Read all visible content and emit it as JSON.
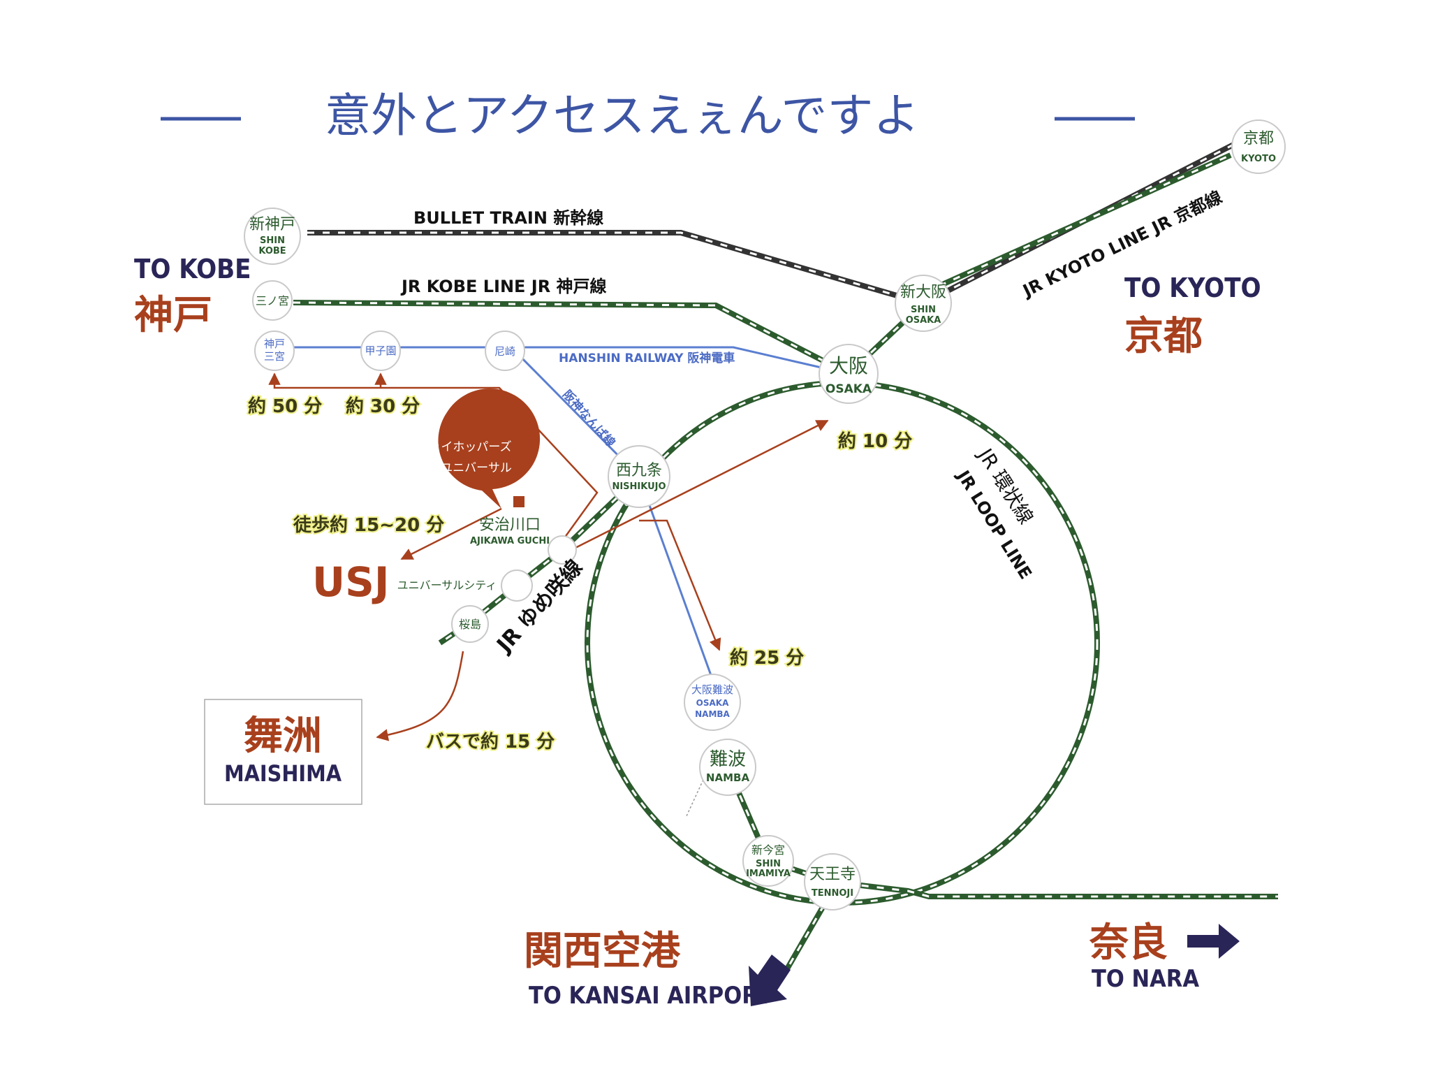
{
  "title": "意外とアクセスえぇんですよ",
  "destinations": {
    "kobe": {
      "en": "TO KOBE",
      "jp": "神戸"
    },
    "kyoto": {
      "en": "TO KYOTO",
      "jp": "京都"
    },
    "kansai": {
      "jp": "関西空港",
      "en": "TO KANSAI AIRPORT"
    },
    "nara": {
      "jp": "奈良",
      "en": "TO NARA"
    },
    "maishima": {
      "jp": "舞洲",
      "en": "MAISHIMA"
    }
  },
  "lines": {
    "bullet": "BULLET TRAIN 新幹線",
    "kobe": "JR KOBE LINE JR 神戸線",
    "kyoto": "JR KYOTO LINE JR 京都線",
    "hanshin": "HANSHIN RAILWAY 阪神電車",
    "hanshin_namba": "阪神なんば線",
    "loop_jp": "JR 環状線",
    "loop_en": "JR LOOP LINE",
    "yumesaki": "JR ゆめ咲線"
  },
  "stations": {
    "kyoto": {
      "jp": "京都",
      "en": "KYOTO"
    },
    "shin_kobe": {
      "jp": "新神戸",
      "en": "SHIN KOBE",
      "en1": "SHIN",
      "en2": "KOBE"
    },
    "sannomiya": {
      "jp": "三ノ宮"
    },
    "kobe_sannomiya": {
      "jp": "神戸三宮",
      "jp1": "神戸",
      "jp2": "三宮"
    },
    "koshien": {
      "jp": "甲子園"
    },
    "amagasaki": {
      "jp": "尼崎"
    },
    "shin_osaka": {
      "jp": "新大阪",
      "en": "SHIN OSAKA",
      "en1": "SHIN",
      "en2": "OSAKA"
    },
    "osaka": {
      "jp": "大阪",
      "en": "OSAKA"
    },
    "nishikujo": {
      "jp": "西九条",
      "en": "NISHIKUJO"
    },
    "ajikawaguchi": {
      "jp": "安治川口",
      "en": "AJIKAWA GUCHI"
    },
    "universal_city": {
      "jp": "ユニバーサルシティ"
    },
    "sakurajima": {
      "jp": "桜島"
    },
    "osaka_namba": {
      "jp": "大阪難波",
      "en": "OSAKA NAMBA",
      "en1": "OSAKA",
      "en2": "NAMBA"
    },
    "namba": {
      "jp": "難波",
      "en": "NAMBA"
    },
    "shin_imamiya": {
      "jp": "新今宮",
      "en": "SHIN IMAMIYA",
      "en1": "SHIN",
      "en2": "IMAMIYA"
    },
    "tennoji": {
      "jp": "天王寺",
      "en": "TENNOJI"
    }
  },
  "times": {
    "kobe_sannomiya": "約 50 分",
    "koshien": "約 30 分",
    "osaka": "約 10 分",
    "namba": "約 25 分",
    "walk": "徒歩約 15~20 分",
    "bus": "バスで約 15 分"
  },
  "usj": "USJ",
  "hotel": {
    "line1": "ジェイホッパーズ",
    "line2": "大阪ユニバーサル"
  },
  "colors": {
    "jr_green": "#2c5b2e",
    "shinkansen": "#333333",
    "hanshin_blue": "#5b7fd0",
    "arrow_red": "#a8401d",
    "navy": "#2a2557",
    "heading_blue": "#3d55a4"
  }
}
